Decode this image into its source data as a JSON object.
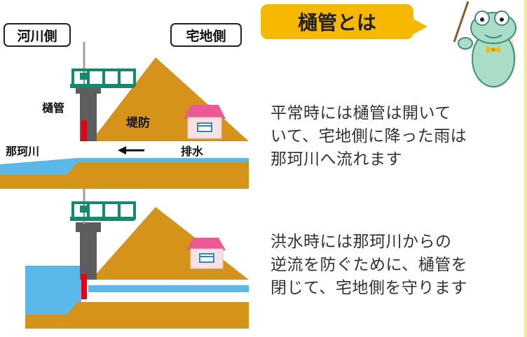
{
  "labels": {
    "river_side": "河川側",
    "residential_side": "宅地側",
    "sluice": "樋管",
    "levee": "堤防",
    "naka_river": "那珂川",
    "drainage": "排水",
    "flow_arrow": "←"
  },
  "title": "樋管とは",
  "description": {
    "normal": [
      "平常時には樋管は開いて",
      "いて、宅地側に降った雨は",
      "那珂川へ流れます"
    ],
    "flood": [
      "洪水時には那珂川からの",
      "逆流を防ぐために、樋管を",
      "閉じて、宅地側を守ります"
    ]
  },
  "colors": {
    "ground": "#d69319",
    "water": "#5bb8ea",
    "sluice_structure": "#5d5d5d",
    "gate": "#e60012",
    "railing": "#138a6d",
    "house_roof": "#ec5a94",
    "house_wall": "#fbe0e6",
    "frog": "#a9ddc6",
    "bubble": "#f6b800"
  }
}
